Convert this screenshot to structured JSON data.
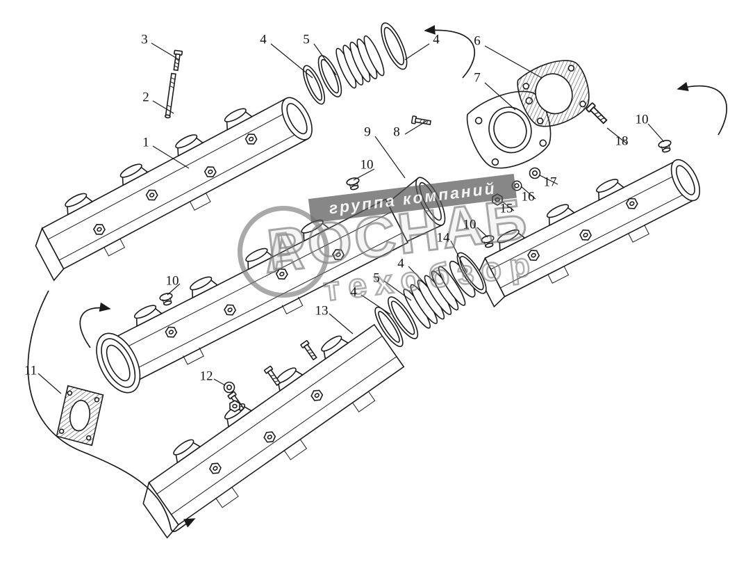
{
  "page": {
    "background_color": "#ffffff",
    "ink_color": "#1a1a1a",
    "watermark_color": "#707070"
  },
  "watermark": {
    "group_text": "группа компаний",
    "brand_text": "РОСНАБ",
    "sub_text": "техобзор",
    "emblem_letter": "А"
  },
  "labels": [
    {
      "text": "3"
    },
    {
      "text": "2"
    },
    {
      "text": "1"
    },
    {
      "text": "4"
    },
    {
      "text": "5"
    },
    {
      "text": "4"
    },
    {
      "text": "6"
    },
    {
      "text": "7"
    },
    {
      "text": "8"
    },
    {
      "text": "9"
    },
    {
      "text": "10"
    },
    {
      "text": "10"
    },
    {
      "text": "18"
    },
    {
      "text": "17"
    },
    {
      "text": "16"
    },
    {
      "text": "15"
    },
    {
      "text": "10"
    },
    {
      "text": "14"
    },
    {
      "text": "4"
    },
    {
      "text": "5"
    },
    {
      "text": "4"
    },
    {
      "text": "13"
    },
    {
      "text": "10"
    },
    {
      "text": "12"
    },
    {
      "text": "11"
    }
  ]
}
